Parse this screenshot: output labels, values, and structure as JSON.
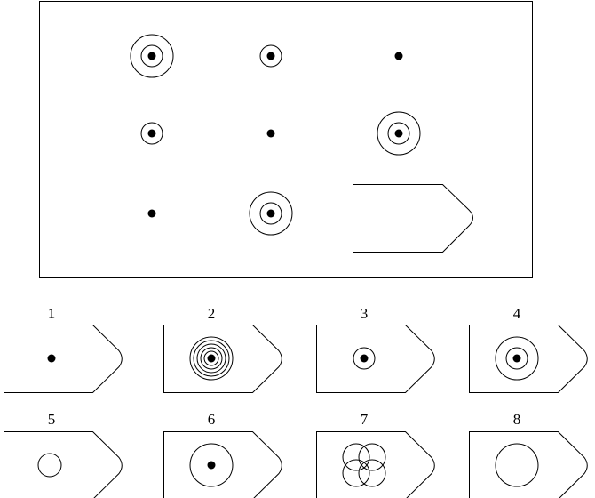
{
  "matrix": {
    "rows": [
      [
        {
          "rings": 2,
          "dot": true
        },
        {
          "rings": 1,
          "dot": true
        },
        {
          "rings": 0,
          "dot": true
        }
      ],
      [
        {
          "rings": 1,
          "dot": true
        },
        {
          "rings": 0,
          "dot": true
        },
        {
          "rings": 2,
          "dot": true
        }
      ],
      [
        {
          "rings": 0,
          "dot": true
        },
        {
          "rings": 2,
          "dot": true
        },
        {
          "missing": true
        }
      ]
    ]
  },
  "options": [
    {
      "label": "1",
      "figure": "dot"
    },
    {
      "label": "2",
      "figure": "five-rings-with-dot"
    },
    {
      "label": "3",
      "figure": "one-ring-with-dot"
    },
    {
      "label": "4",
      "figure": "two-rings-with-dot"
    },
    {
      "label": "5",
      "figure": "small-circle"
    },
    {
      "label": "6",
      "figure": "large-circle-with-dot"
    },
    {
      "label": "7",
      "figure": "four-overlapping-circles"
    },
    {
      "label": "8",
      "figure": "large-circle"
    }
  ]
}
